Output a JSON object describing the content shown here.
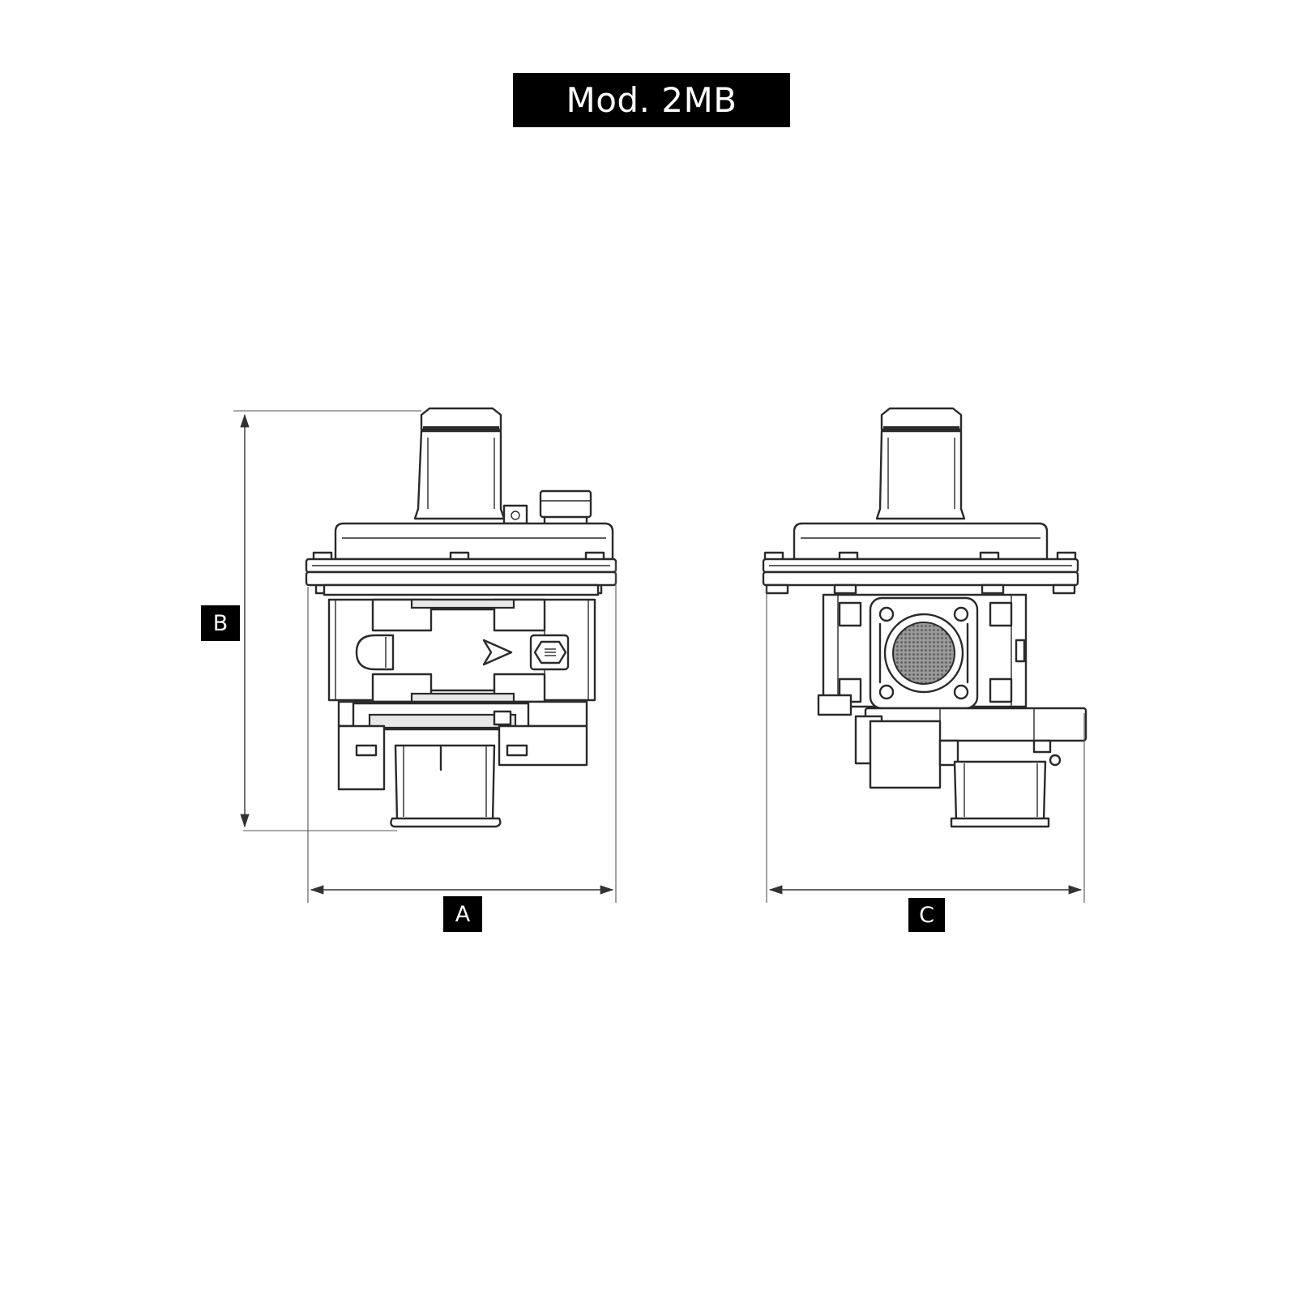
{
  "title": "Mod. 2MB",
  "dimensions": {
    "a": "A",
    "b": "B",
    "c": "C"
  }
}
